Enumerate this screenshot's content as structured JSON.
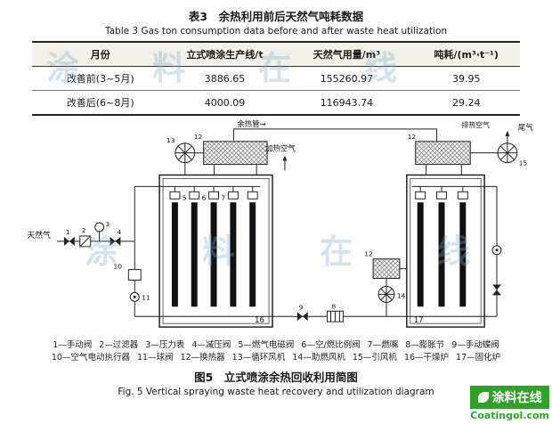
{
  "watermark": {
    "text": "涂料在线"
  },
  "table": {
    "title_cn": "表3　余热利用前后天然气吨耗数据",
    "title_en": "Table 3   Gas ton consumption data before and after waste heat utilization",
    "headers": [
      "月份",
      "立式喷涂生产线/t",
      "天然气用量/m³",
      "吨耗/(m³·t⁻¹)"
    ],
    "rows": [
      {
        "month": "改善前(3~5月)",
        "production": "3886.65",
        "gas": "155260.97",
        "consumption": "39.95"
      },
      {
        "month": "改善后(6~8月)",
        "production": "4000.09",
        "gas": "116943.74",
        "consumption": "29.24"
      }
    ]
  },
  "diagram": {
    "labels": {
      "waste_heat_pipe": "余热管→",
      "heated_air": "加热空气",
      "natural_gas": "天然气",
      "exhaust_air": "排热空气",
      "tail_gas": "尾气"
    },
    "numbers": [
      "1",
      "2",
      "3",
      "4",
      "5",
      "6",
      "7",
      "8",
      "9",
      "10",
      "11",
      "12",
      "13",
      "14",
      "15",
      "16",
      "17"
    ]
  },
  "legend": {
    "items": [
      "1—手动阀",
      "2—过滤器",
      "3—压力表",
      "4—减压阀",
      "5—燃气电磁阀",
      "6—空/燃比例阀",
      "7—燃嘴",
      "8—膨胀节",
      "9—手动蝶阀",
      "10—空气电动执行器",
      "11—球阀",
      "12—换热器",
      "13—循环风机",
      "14—助燃风机",
      "15—引风机",
      "16—干燥炉",
      "17—固化炉"
    ]
  },
  "figure": {
    "caption_cn": "图5　立式喷涂余热回收利用简图",
    "caption_en": "Fig. 5   Vertical spraying waste heat recovery and utilization diagram"
  },
  "logo": {
    "name_cn": "涂料在线",
    "domain": "Coatingol.com",
    "green": "#33a02c"
  }
}
